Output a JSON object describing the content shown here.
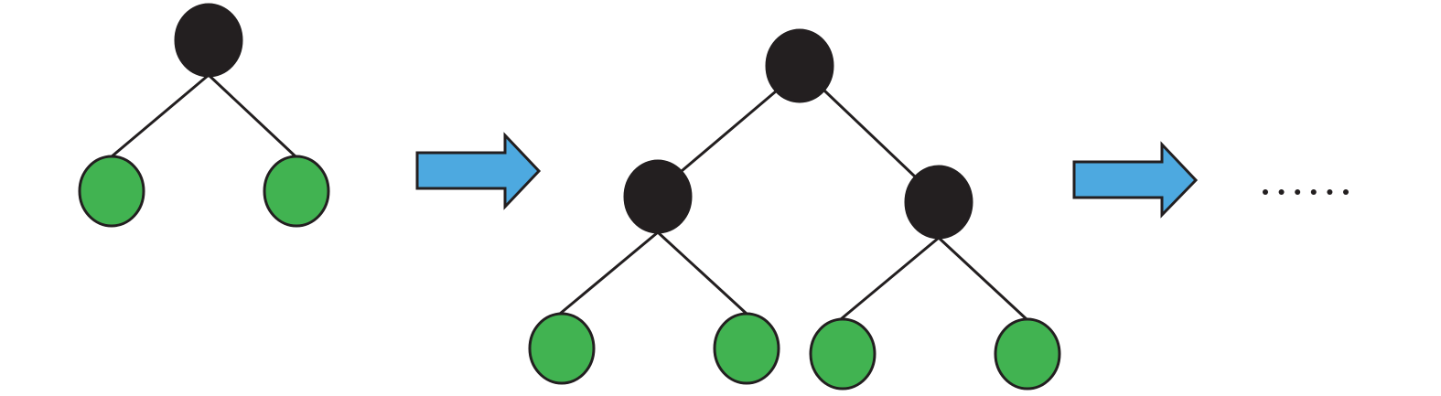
{
  "colors": {
    "internal_node": "#231f20",
    "leaf_node": "#41b351",
    "arrow_fill": "#4da9e0",
    "edge": "#231f20"
  },
  "stages": [
    {
      "name": "stage-1-tree",
      "depth": 1,
      "internal_nodes": 1,
      "leaf_nodes": 2
    },
    {
      "name": "stage-2-tree",
      "depth": 2,
      "internal_nodes": 3,
      "leaf_nodes": 4
    }
  ],
  "ellipsis": {
    "dot_count": 6
  },
  "icons": [
    "right-arrow-icon",
    "right-arrow-icon"
  ]
}
